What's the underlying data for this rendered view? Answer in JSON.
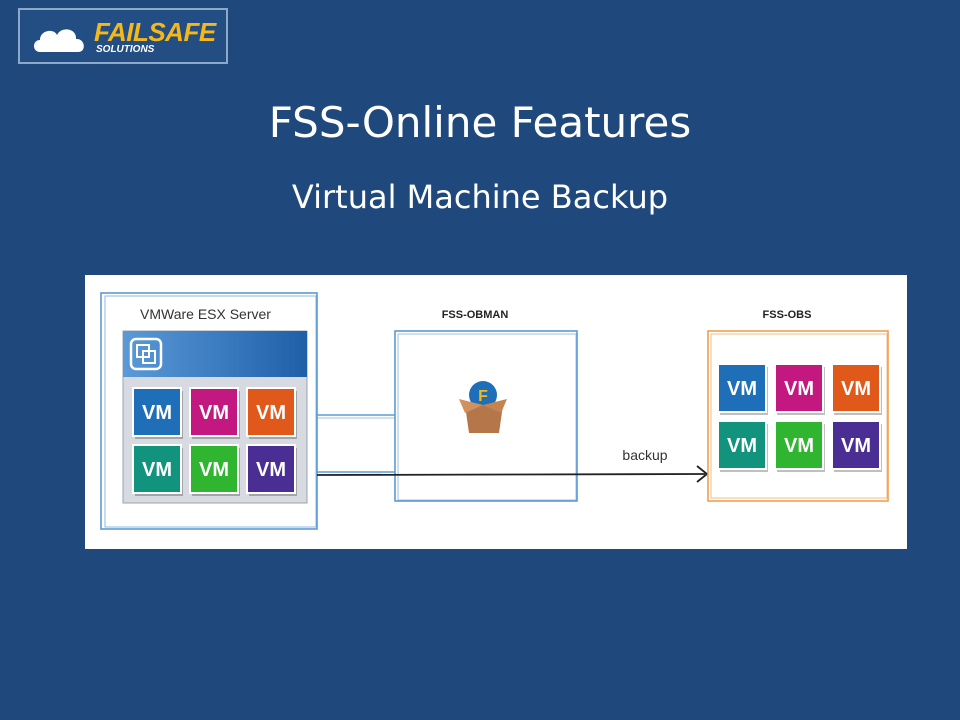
{
  "logo": {
    "name": "FAILSAFE",
    "tagline": "SOLUTIONS",
    "icon": "cloud-icon"
  },
  "title": "FSS-Online Features",
  "subtitle": "Virtual Machine Backup",
  "diagram": {
    "server_label": "VMWare ESX Server",
    "obman_label": "FSS-OBMAN",
    "obs_label": "FSS-OBS",
    "backup_label": "backup",
    "vm_text": "VM",
    "server_vms": [
      "VM",
      "VM",
      "VM",
      "VM",
      "VM",
      "VM"
    ],
    "obs_vms": [
      "VM",
      "VM",
      "VM",
      "VM",
      "VM",
      "VM"
    ],
    "vm_colors": [
      "#1f6fb8",
      "#c2187f",
      "#e0581a",
      "#12937e",
      "#2fb52f",
      "#4b2e93"
    ],
    "colors": {
      "background": "#1f497d",
      "sketch_blue": "#5b9bd5",
      "obs_border": "#f0a050",
      "logo_yellow": "#f6b819"
    }
  }
}
